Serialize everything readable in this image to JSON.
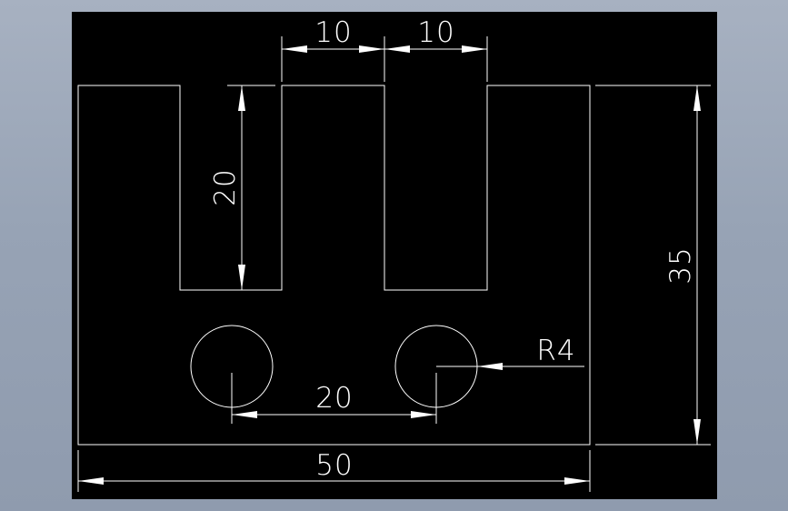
{
  "dimensions": {
    "slot_width_left": "10",
    "slot_width_right": "10",
    "slot_depth": "20",
    "total_height": "35",
    "hole_radius": "R4",
    "hole_spacing": "20",
    "total_width": "50"
  },
  "colors": {
    "background": "#000000",
    "linework": "#ffffff",
    "window_frame": "#97a3b5"
  }
}
